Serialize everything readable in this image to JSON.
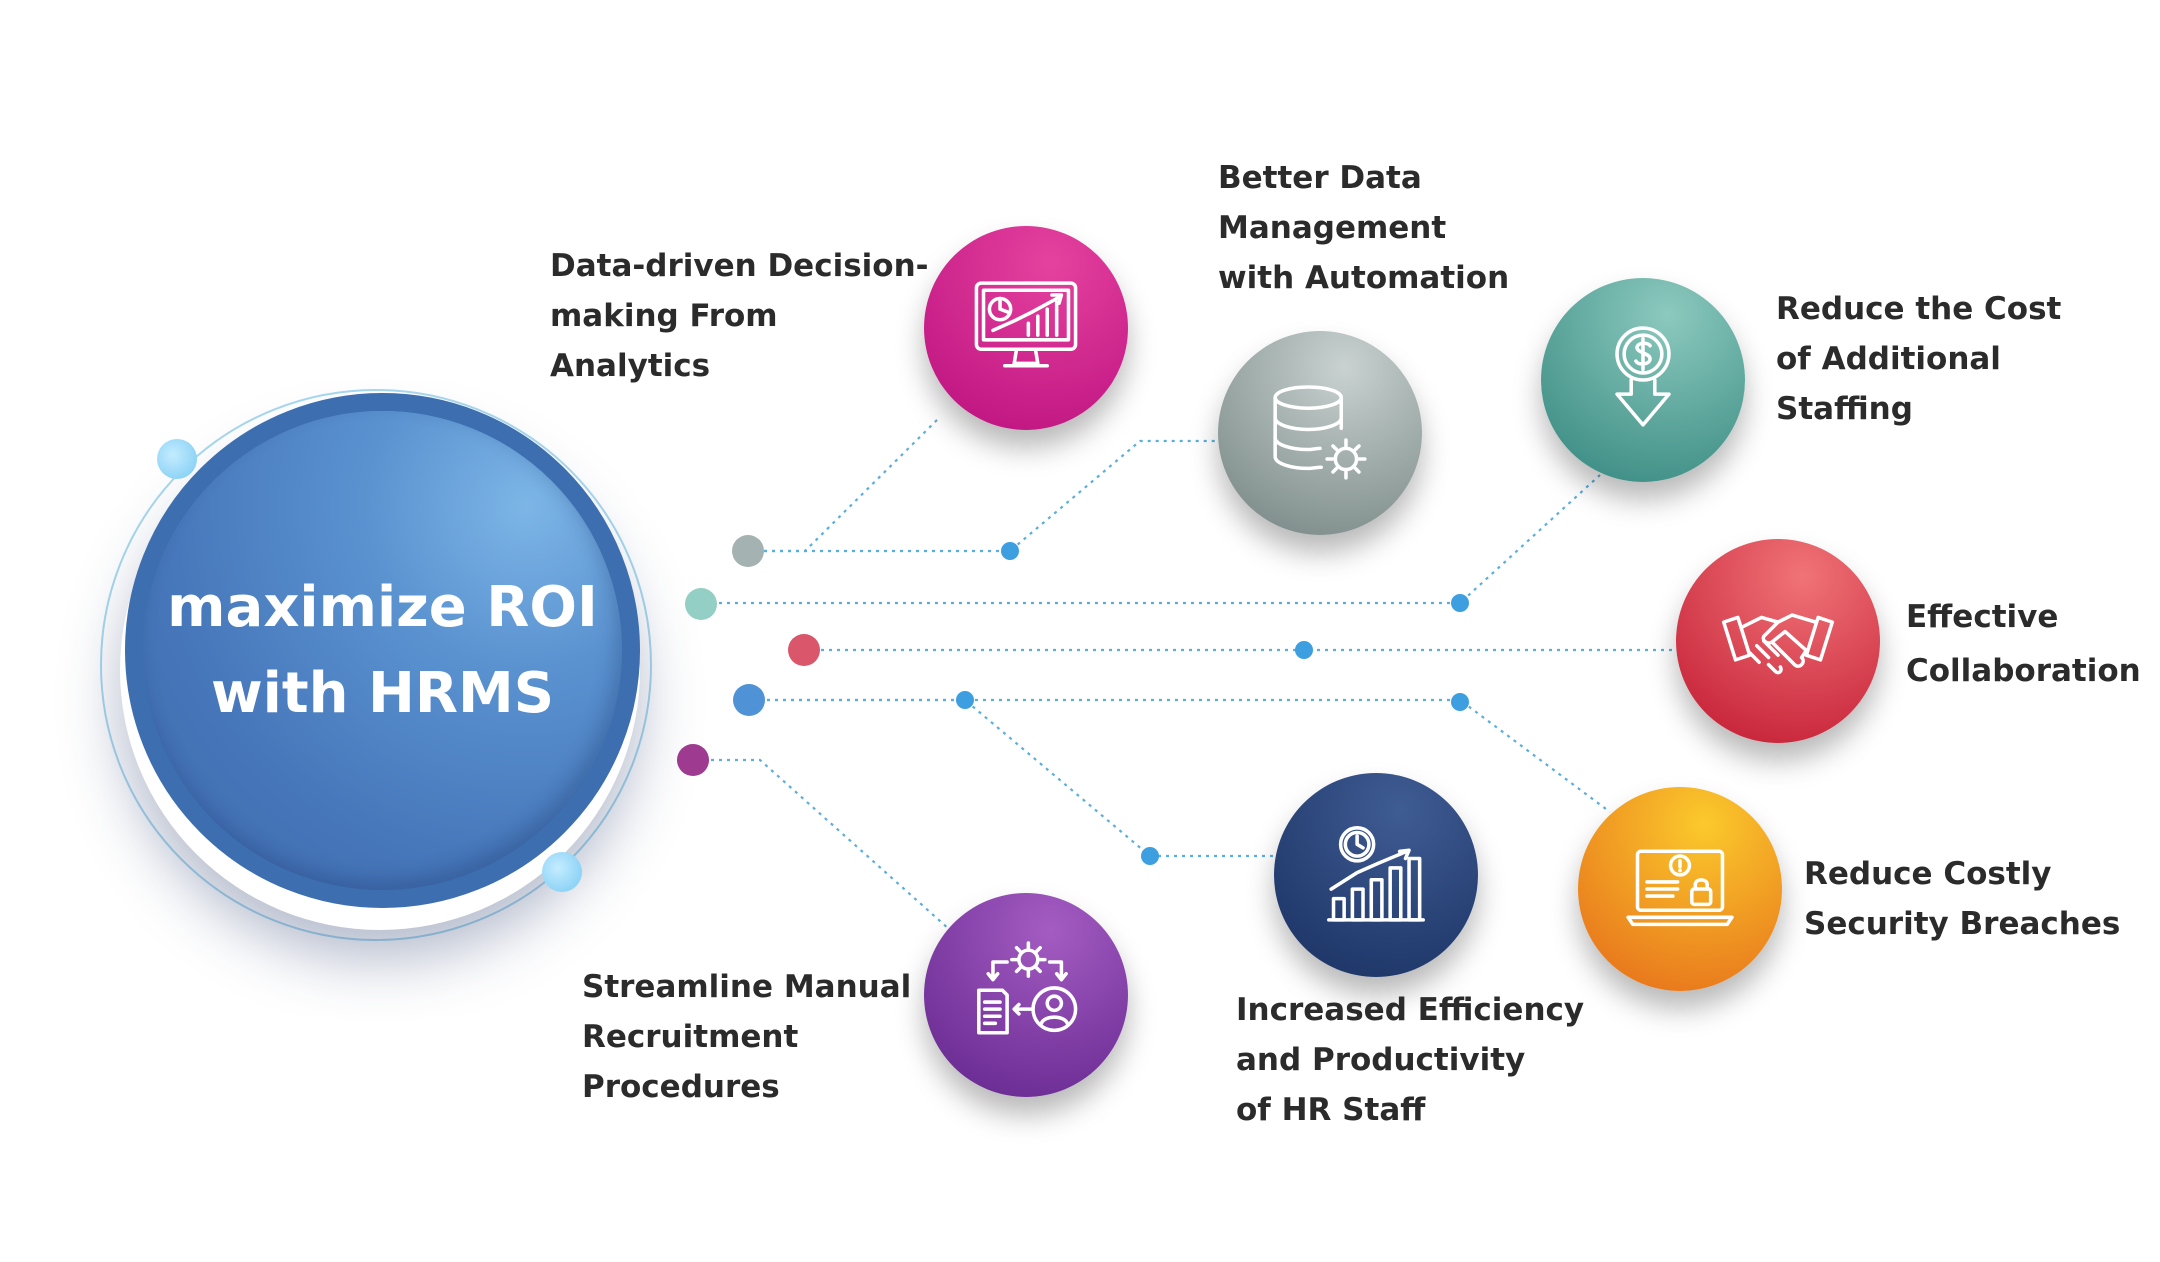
{
  "hub": {
    "title": "maximize ROI\nwith HRMS"
  },
  "colors": {
    "hub": "#4a7fc2",
    "line": "#5aaede",
    "text": "#2b2b2b"
  },
  "features": [
    {
      "id": "analytics",
      "label": "Data-driven Decision-\nmaking From\nAnalytics",
      "icon": "monitor-chart-icon",
      "gradient": [
        "#e5429f",
        "#c01682"
      ]
    },
    {
      "id": "data-management",
      "label": "Better Data\nManagement\nwith Automation",
      "icon": "database-gear-icon",
      "gradient": [
        "#c9d2d0",
        "#7f8e8c"
      ]
    },
    {
      "id": "staffing-cost",
      "label": "Reduce the Cost\nof Additional\nStaffing",
      "icon": "dollar-down-arrow-icon",
      "gradient": [
        "#8cc9be",
        "#3f8f86"
      ]
    },
    {
      "id": "collaboration",
      "label": "Effective\nCollaboration",
      "icon": "handshake-icon",
      "gradient": [
        "#f07377",
        "#c8253a"
      ]
    },
    {
      "id": "security",
      "label": "Reduce Costly\nSecurity Breaches",
      "icon": "laptop-lock-icon",
      "gradient": [
        "#fbc92c",
        "#e8771c"
      ]
    },
    {
      "id": "efficiency",
      "label": "Increased Efficiency\nand Productivity\nof HR Staff",
      "icon": "clock-growth-chart-icon",
      "gradient": [
        "#3f5c93",
        "#1e3668"
      ]
    },
    {
      "id": "recruitment",
      "label": "Streamline Manual\nRecruitment\nProcedures",
      "icon": "recruitment-cycle-icon",
      "gradient": [
        "#a45cc2",
        "#6a2c93"
      ]
    }
  ]
}
